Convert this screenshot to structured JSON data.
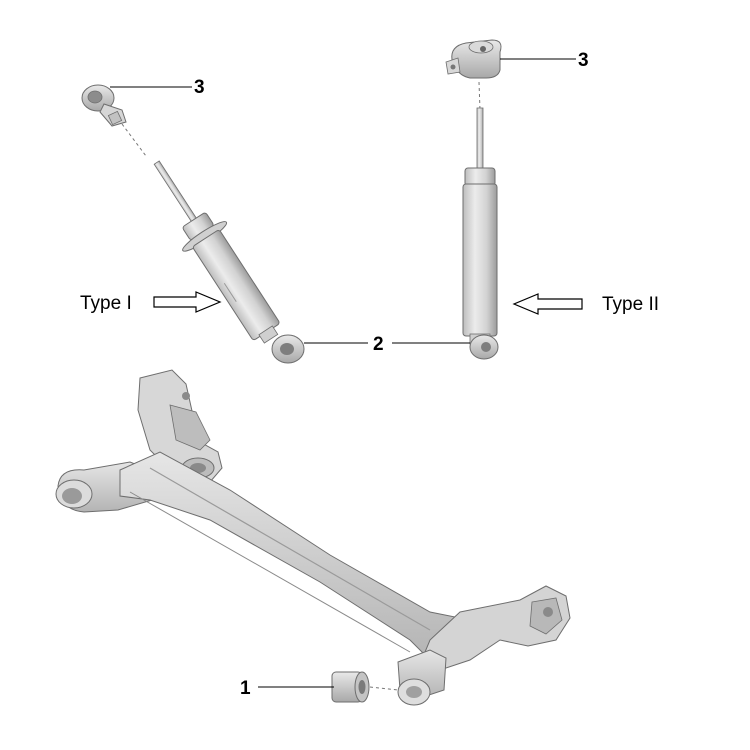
{
  "callouts": {
    "num_1": "1",
    "num_2": "2",
    "num_3_left": "3",
    "num_3_right": "3"
  },
  "labels": {
    "type_one": "Type I",
    "type_two": "Type II"
  },
  "colors": {
    "part_light": "#e4e4e4",
    "part_mid": "#c9c9c9",
    "part_dark": "#9a9a9a",
    "outline": "#6e6e6e",
    "leader": "#000000"
  }
}
